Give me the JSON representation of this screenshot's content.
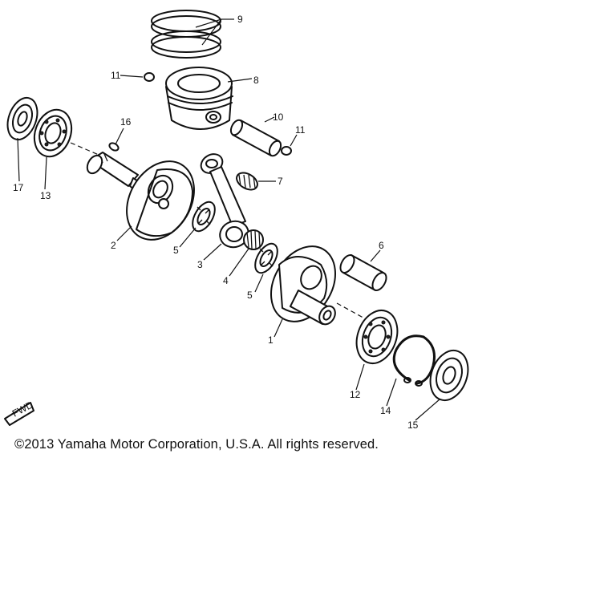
{
  "callouts": {
    "c1": "1",
    "c2": "2",
    "c3": "3",
    "c4": "4",
    "c5a": "5",
    "c5b": "5",
    "c6": "6",
    "c7": "7",
    "c8": "8",
    "c9": "9",
    "c10": "10",
    "c11a": "11",
    "c11b": "11",
    "c12": "12",
    "c13": "13",
    "c14": "14",
    "c15": "15",
    "c16": "16",
    "c17": "17"
  },
  "fwd_label": "FWD",
  "copyright": "©2013 Yamaha Motor Corporation, U.S.A. All rights reserved."
}
